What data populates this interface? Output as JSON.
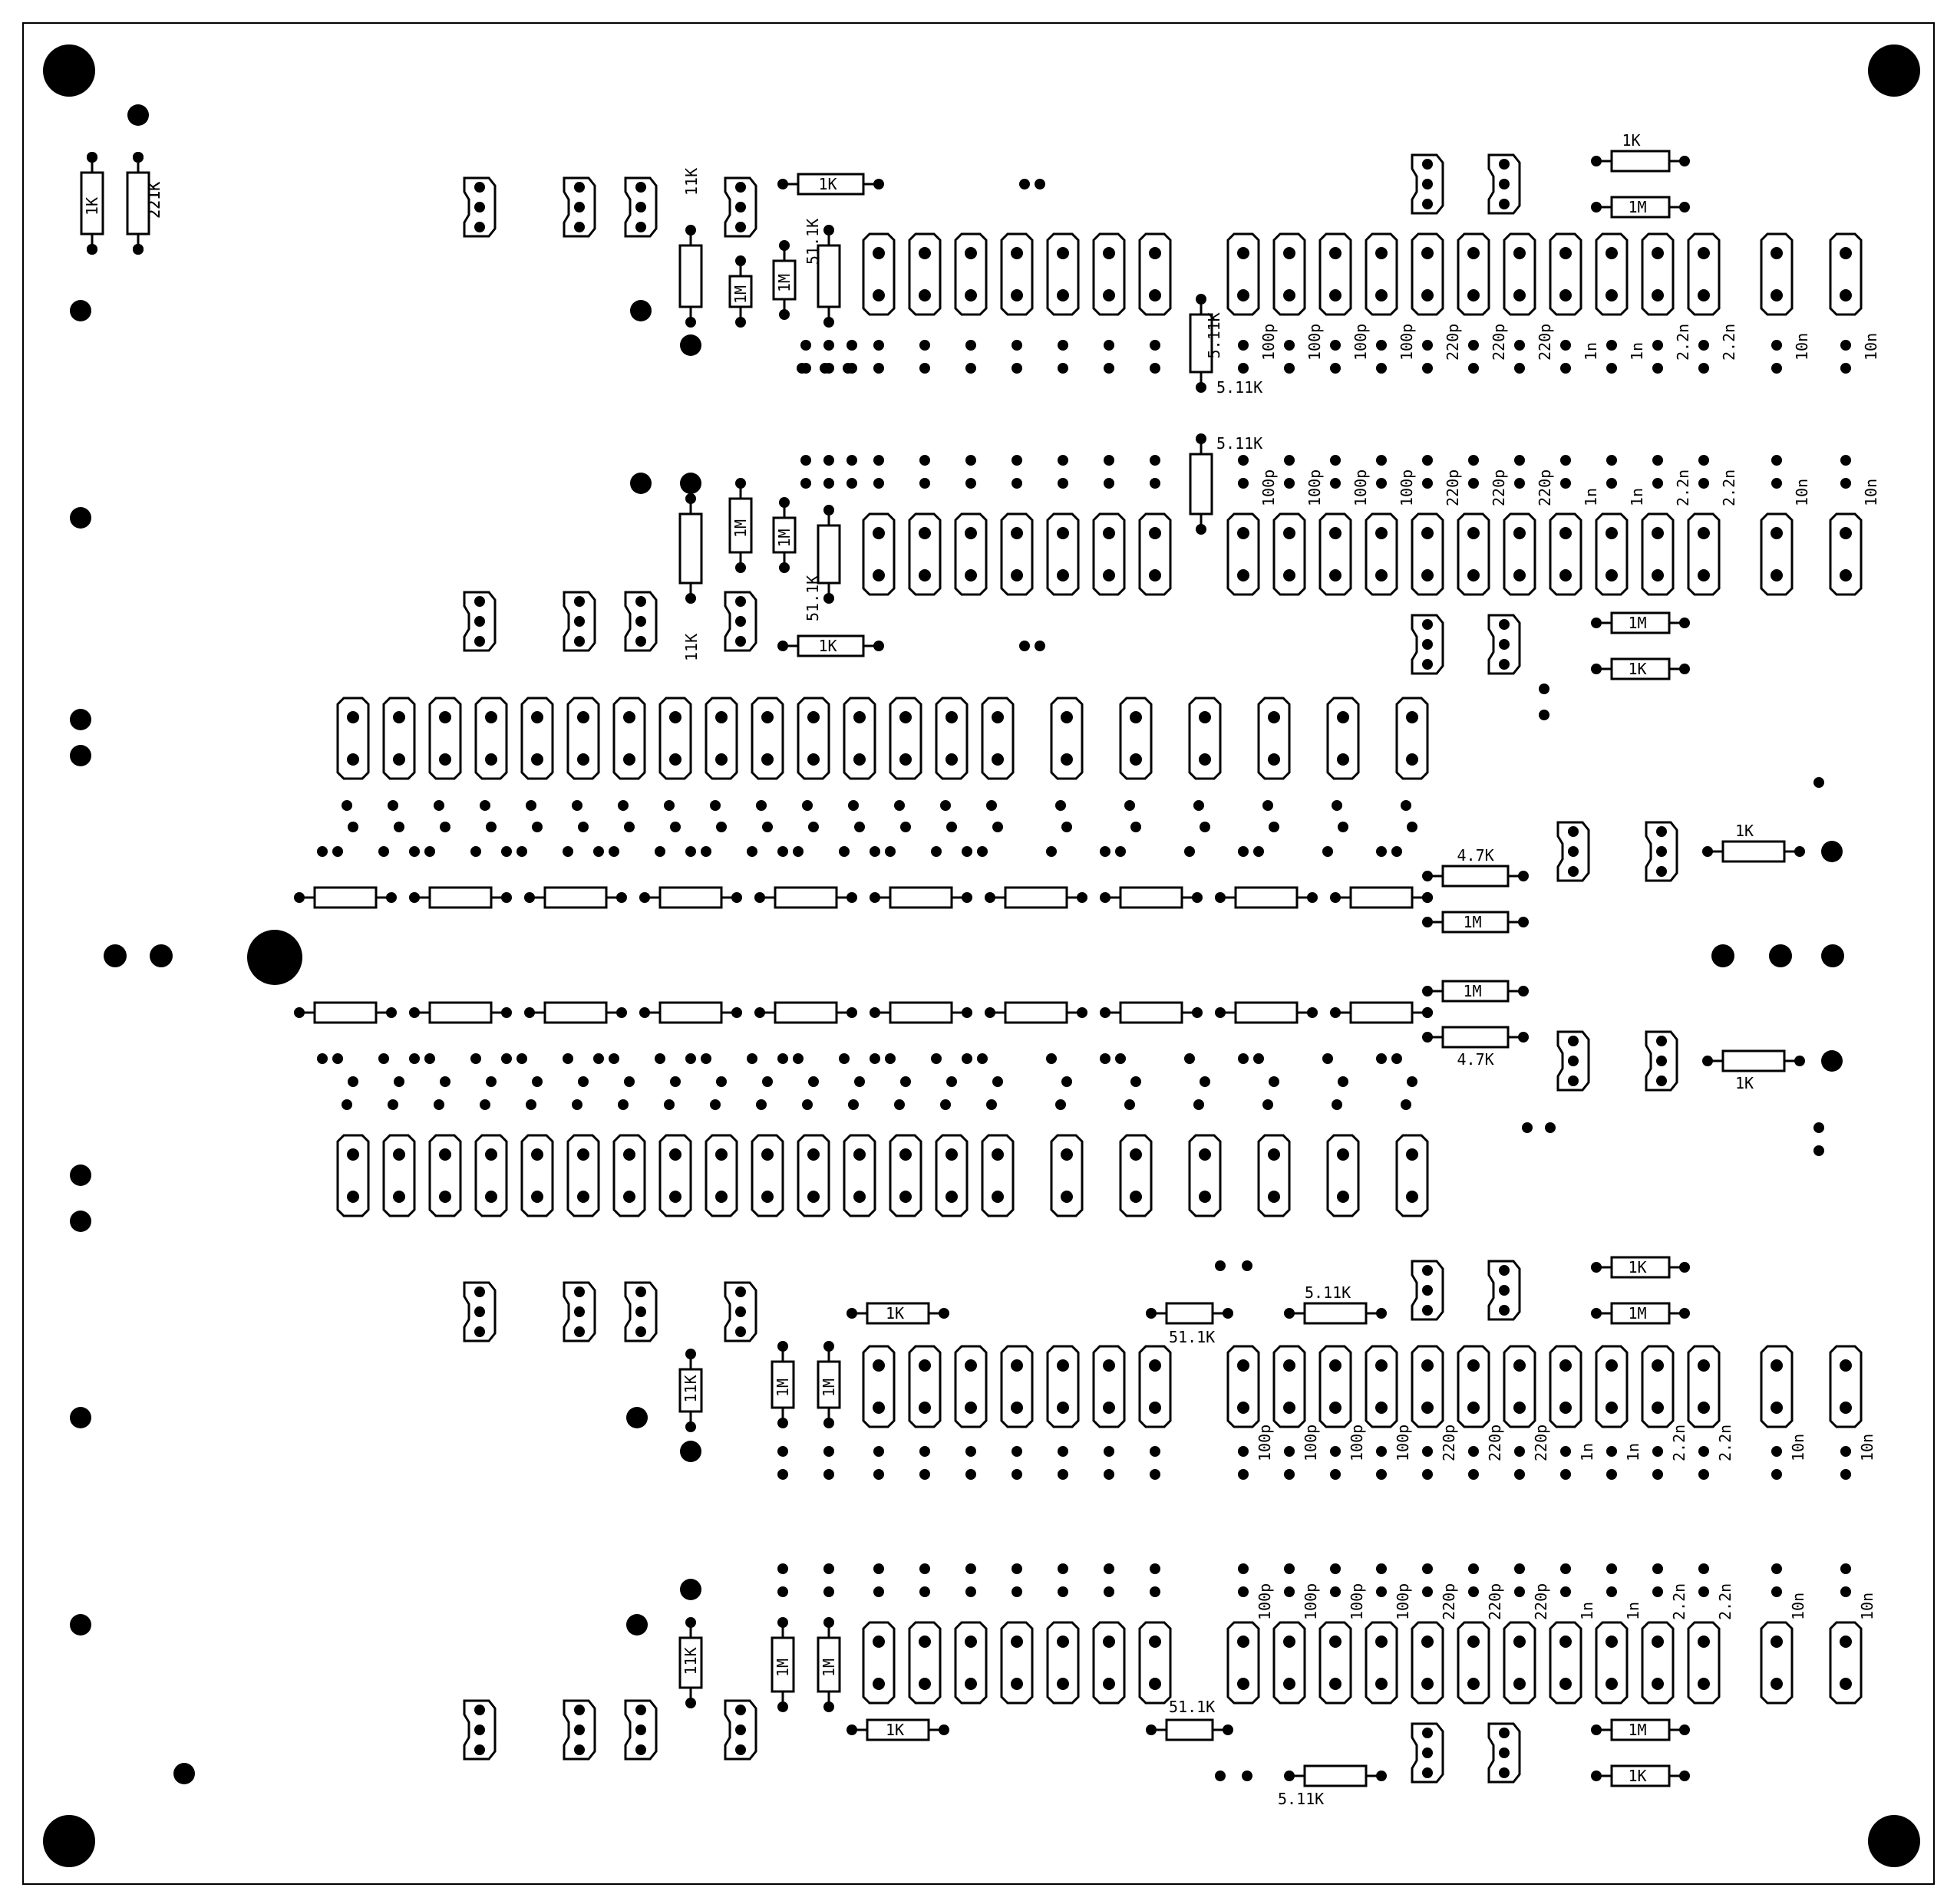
{
  "colors": {
    "background": "#ffffff",
    "ink": "#000000"
  },
  "labels": {
    "r_1k": "1K",
    "r_1m": "1M",
    "r_221k": "221K",
    "r_11k": "11K",
    "r_51_1k": "51.1K",
    "r_5_11k": "5.11K",
    "r_4_7k": "4.7K",
    "c_100p": "100p",
    "c_220p": "220p",
    "c_1n": "1n",
    "c_2_2n": "2.2n",
    "c_10n": "10n"
  },
  "cap_row_labels": [
    "100p",
    "100p",
    "100p",
    "100p",
    "220p",
    "220p",
    "220p",
    "1n",
    "1n",
    "2.2n",
    "2.2n",
    "10n",
    "10n"
  ],
  "icons": [
    "mounting-hole-icon",
    "trimmer-icon",
    "resistor-icon",
    "capacitor-pad-icon",
    "via-icon"
  ]
}
